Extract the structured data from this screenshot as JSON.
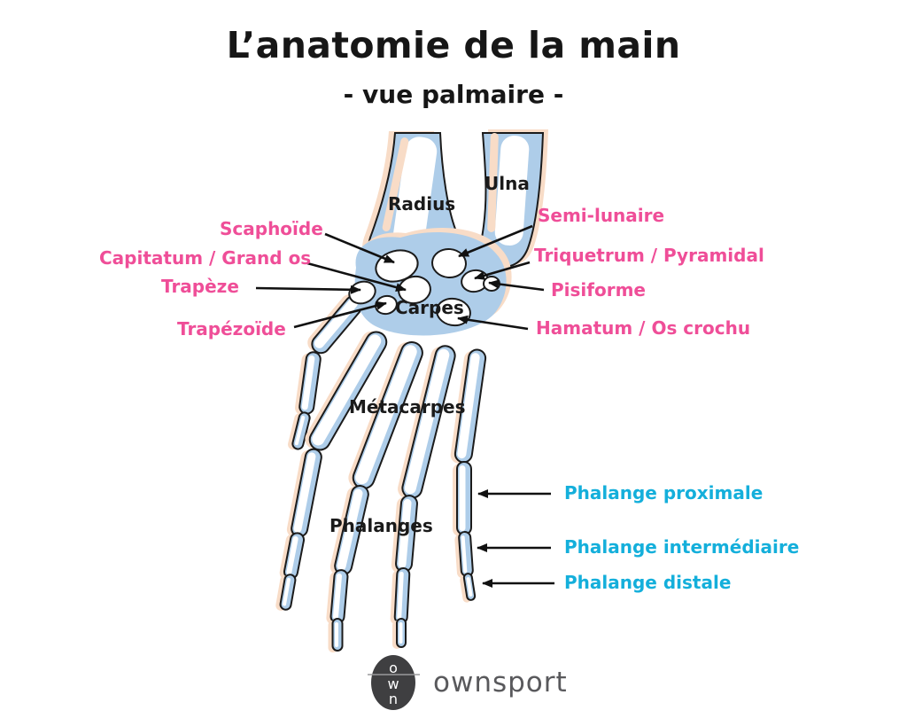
{
  "title": "L’anatomie de la main",
  "subtitle": "- vue palmaire -",
  "colors": {
    "label_pink": "#EF4E98",
    "label_cyan": "#14AFDB",
    "label_black": "#1A1A1A",
    "bone_blue": "#AECDE9",
    "bone_shadow_peach": "#F8DCC7",
    "arrow_black": "#111111"
  },
  "labels": [
    {
      "text": "Scaphoïde",
      "color": "pink"
    },
    {
      "text": "Capitatum / Grand os",
      "color": "pink"
    },
    {
      "text": "Trapèze",
      "color": "pink"
    },
    {
      "text": "Trapézoïde",
      "color": "pink"
    },
    {
      "text": "Semi-lunaire",
      "color": "pink"
    },
    {
      "text": "Triquetrum / Pyramidal",
      "color": "pink"
    },
    {
      "text": "Pisiforme",
      "color": "pink"
    },
    {
      "text": "Hamatum / Os crochu",
      "color": "pink"
    },
    {
      "text": "Radius",
      "color": "black"
    },
    {
      "text": "Ulna",
      "color": "black"
    },
    {
      "text": "Carpes",
      "color": "black"
    },
    {
      "text": "Métacarpes",
      "color": "black"
    },
    {
      "text": "Phalanges",
      "color": "black"
    },
    {
      "text": "Phalange proximale",
      "color": "cyan"
    },
    {
      "text": "Phalange intermédiaire",
      "color": "cyan"
    },
    {
      "text": "Phalange distale",
      "color": "cyan"
    }
  ],
  "logo": {
    "mark_letters": [
      "o",
      "w",
      "n"
    ],
    "wordmark": "ownsport"
  }
}
